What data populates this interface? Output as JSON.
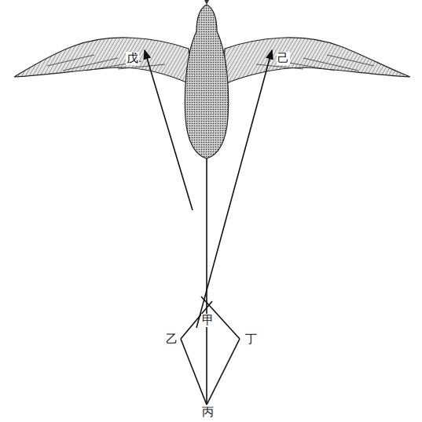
{
  "diagram": {
    "labels": [
      "戊",
      "己",
      "甲",
      "乙",
      "丁",
      "丙"
    ]
  }
}
